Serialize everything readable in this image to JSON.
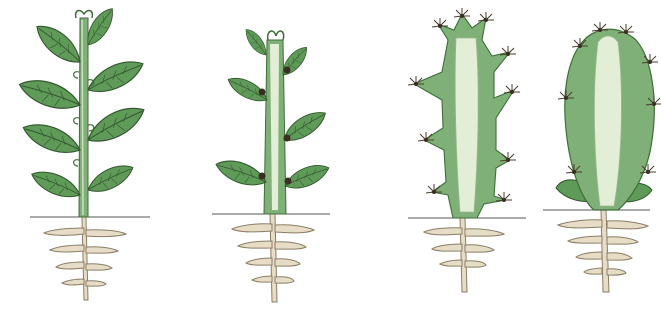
{
  "figure": {
    "panel_count": 4,
    "panels": [
      {
        "stage": 1,
        "form": "leafy-stem"
      },
      {
        "stage": 2,
        "form": "thickened-stem-with-leaves"
      },
      {
        "stage": 3,
        "form": "columnar-spiny-stem"
      },
      {
        "stage": 4,
        "form": "flattened-succulent-stem"
      }
    ]
  },
  "colors": {
    "background": "#ffffff",
    "leaf_fill": "#5f9a58",
    "leaf_dark": "#3f6e3a",
    "stem_green": "#7fb078",
    "stem_core": "#e3eed7",
    "root_fill": "#e7dcc6",
    "root_stroke": "#8b7d66",
    "spine": "#5a4a3a",
    "ground": "#555555"
  }
}
